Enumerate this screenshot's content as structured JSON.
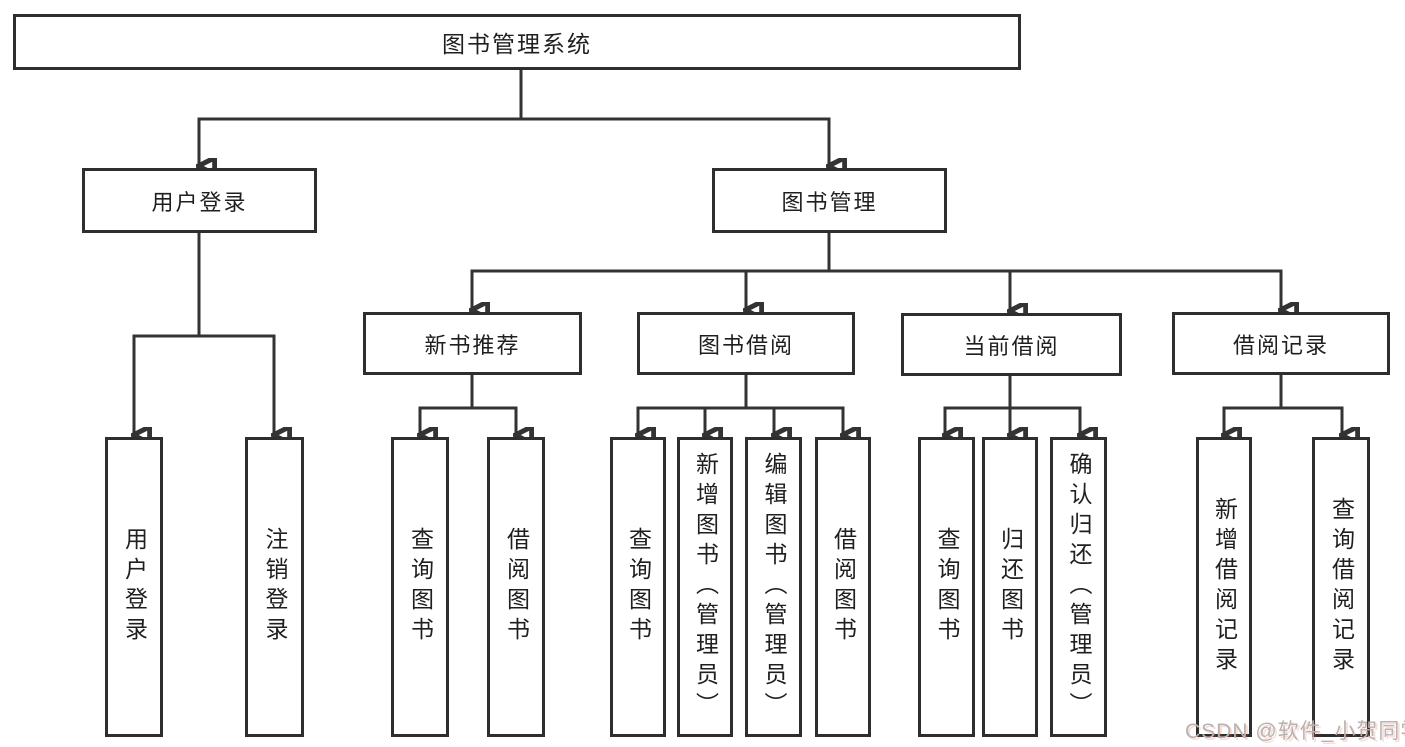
{
  "diagram": {
    "title": {
      "label": "图书管理系统"
    },
    "level2": [
      {
        "id": "user-login",
        "label": "用户登录"
      },
      {
        "id": "book-management",
        "label": "图书管理"
      }
    ],
    "level3": [
      {
        "id": "new-book-recommend",
        "label": "新书推荐"
      },
      {
        "id": "book-borrow",
        "label": "图书借阅"
      },
      {
        "id": "current-borrow",
        "label": "当前借阅"
      },
      {
        "id": "borrow-records",
        "label": "借阅记录"
      }
    ],
    "leaves": {
      "user_login": [
        {
          "label": "用户登录"
        },
        {
          "label": "注销登录"
        }
      ],
      "new_book": [
        {
          "label": "查询图书"
        },
        {
          "label": "借阅图书"
        }
      ],
      "book_borrow": [
        {
          "label": "查询图书"
        },
        {
          "label": "新增图书（管理员）"
        },
        {
          "label": "编辑图书（管理员）"
        },
        {
          "label": "借阅图书"
        }
      ],
      "current_borrow": [
        {
          "label": "查询图书"
        },
        {
          "label": "归还图书"
        },
        {
          "label": "确认归还（管理员）"
        }
      ],
      "borrow_records": [
        {
          "label": "新增借阅记录"
        },
        {
          "label": "查询借阅记录"
        }
      ]
    },
    "watermark": "CSDN @软件_小贺同学",
    "colors": {
      "line": "#333333",
      "box_border": "#2e2e2e",
      "text": "#1f1f1f",
      "watermark": "#b4b4b4",
      "background": "#ffffff"
    }
  }
}
